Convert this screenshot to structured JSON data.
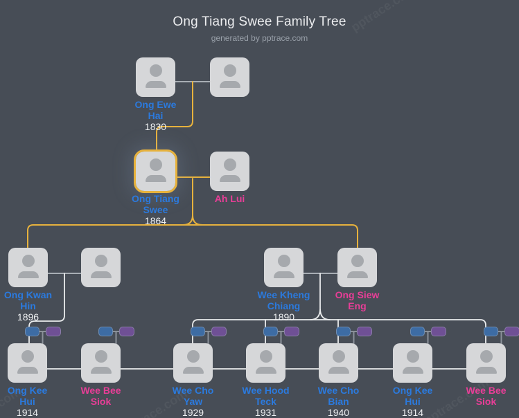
{
  "header": {
    "title": "Ong Tiang Swee Family Tree",
    "subtitle": "generated by pptrace.com"
  },
  "watermark": {
    "text": "pptrace.com"
  },
  "colors": {
    "background": "#474d56",
    "box_fill": "#d6d7d9",
    "icon_gray": "#a6a9ad",
    "accent_yellow": "#e7b23d",
    "name_blue": "#2b7ade",
    "name_pink": "#e83e97",
    "year_white": "#eef0f2",
    "line_gray": "#a8aeb4",
    "line_white": "#ebedee",
    "pill_blue": "#3d6ca4",
    "pill_purple": "#6f5095",
    "pill_line": "#8b9199",
    "title_white": "#ecedef",
    "subtitle_gray": "#9aa1aa"
  },
  "persons": [
    {
      "name": "Ong Ewe\nHai",
      "year": "1830",
      "color": "blue"
    },
    {
      "name": "",
      "year": "",
      "color": ""
    },
    {
      "name": "Ong Tiang\nSwee",
      "year": "1864",
      "color": "blue",
      "highlighted": true
    },
    {
      "name": "Ah Lui",
      "year": "",
      "color": "pink"
    },
    {
      "name": "Ong Kwan\nHin",
      "year": "1896",
      "color": "blue"
    },
    {
      "name": "",
      "year": "",
      "color": ""
    },
    {
      "name": "Wee Kheng\nChiang",
      "year": "1890",
      "color": "blue"
    },
    {
      "name": "Ong Siew\nEng",
      "year": "",
      "color": "pink"
    },
    {
      "name": "Ong Kee\nHui",
      "year": "1914",
      "color": "blue"
    },
    {
      "name": "Wee Bee\nSiok",
      "year": "",
      "color": "pink"
    },
    {
      "name": "Wee Cho\nYaw",
      "year": "1929",
      "color": "blue"
    },
    {
      "name": "Wee Hood\nTeck",
      "year": "1931",
      "color": "blue"
    },
    {
      "name": "Wee Cho\nBian",
      "year": "1940",
      "color": "blue"
    },
    {
      "name": "Ong Kee\nHui",
      "year": "1914",
      "color": "blue"
    },
    {
      "name": "Wee Bee\nSiok",
      "year": "",
      "color": "pink"
    }
  ]
}
